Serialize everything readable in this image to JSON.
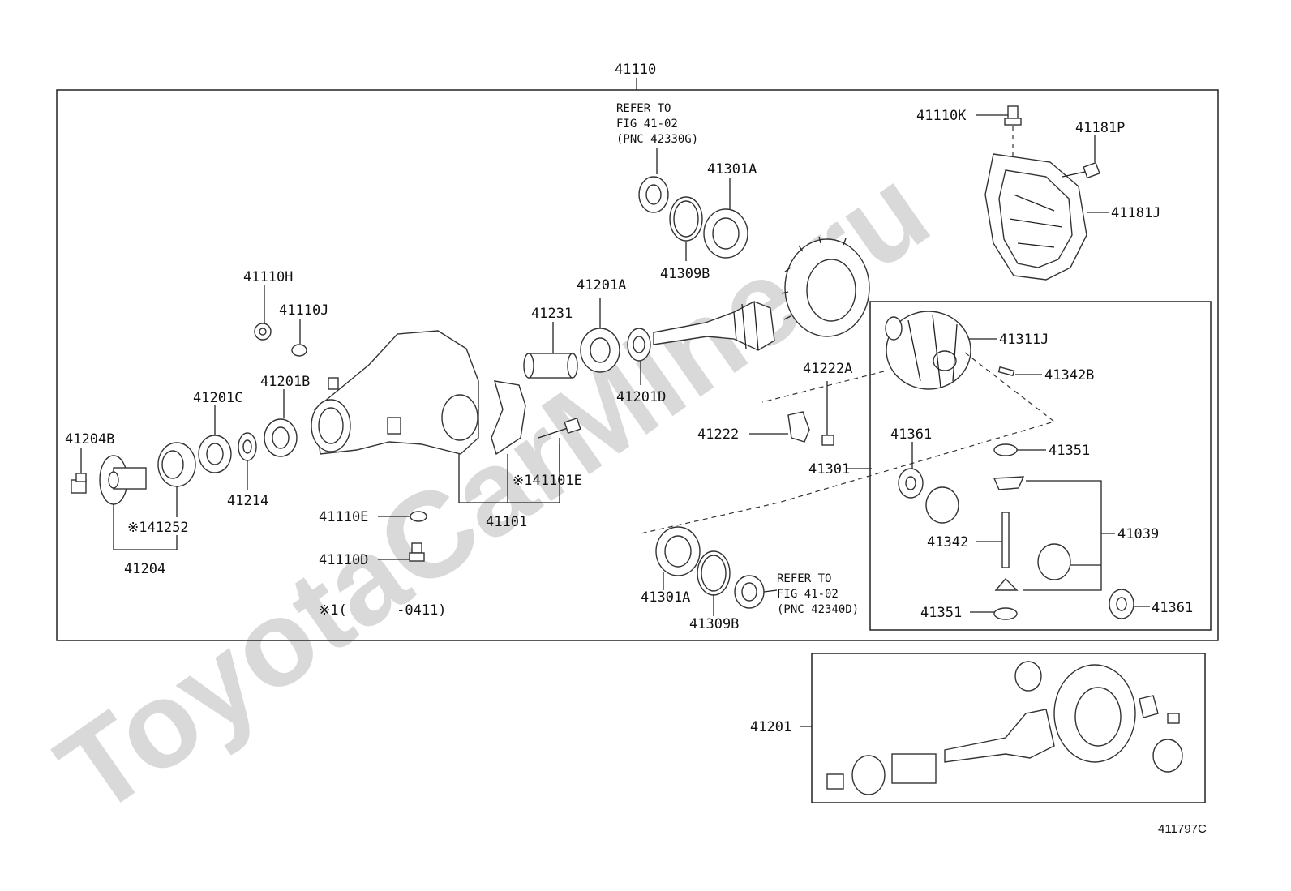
{
  "watermark": "ToyotaCarMine.ru",
  "diagram_code": "411797C",
  "footnote": "※1(      -0411)",
  "refer_top": [
    "REFER TO",
    "FIG 41-02",
    "(PNC 42330G)"
  ],
  "refer_bottom": [
    "REFER TO",
    "FIG 41-02",
    "(PNC 42340D)"
  ],
  "labels": {
    "l41110": "41110",
    "l41110K": "41110K",
    "l41181P": "41181P",
    "l41181J": "41181J",
    "l41301A_top": "41301A",
    "l41309B_top": "41309B",
    "l41110H": "41110H",
    "l41110J": "41110J",
    "l41201A": "41201A",
    "l41231": "41231",
    "l41311J": "41311J",
    "l41342B": "41342B",
    "l41222A": "41222A",
    "l41201C": "41201C",
    "l41201B": "41201B",
    "l41201D": "41201D",
    "l41204B": "41204B",
    "l41222": "41222",
    "l41361_top": "41361",
    "l41351_top": "41351",
    "l41301": "41301",
    "l41214": "41214",
    "l41101E": "※141101E",
    "l41252": "※141252",
    "l41110E": "41110E",
    "l41101": "41101",
    "l41039": "41039",
    "l41204": "41204",
    "l41342": "41342",
    "l41110D": "41110D",
    "l41301A_bot": "41301A",
    "l41309B_bot": "41309B",
    "l41351_bot": "41351",
    "l41361_bot": "41361",
    "l41201": "41201"
  }
}
